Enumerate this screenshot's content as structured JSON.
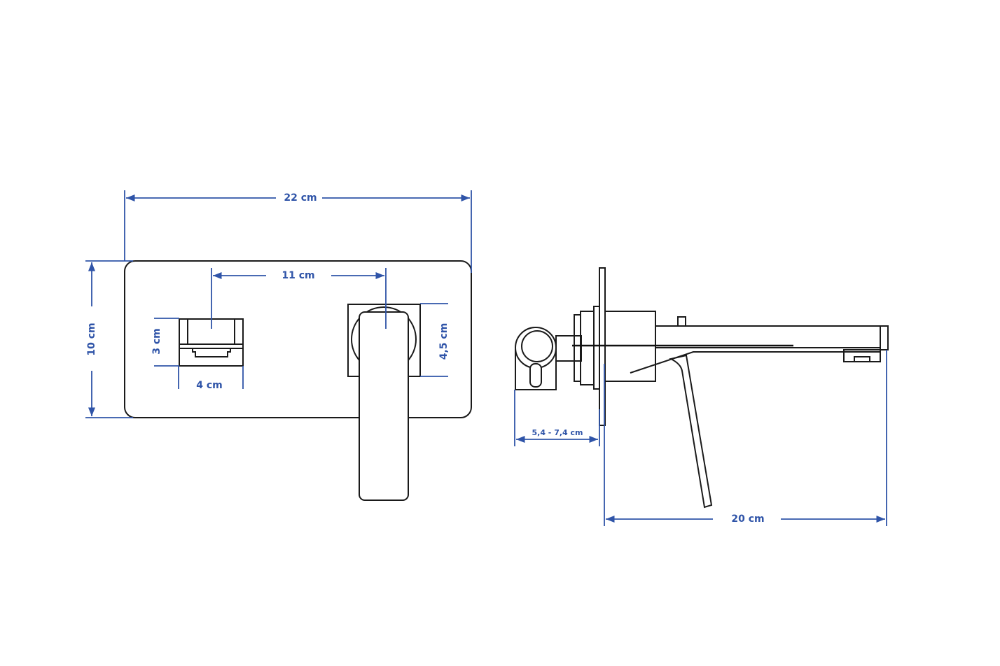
{
  "front_view": {
    "width_label": "22 cm",
    "height_label": "10 cm",
    "spacing_label": "11 cm",
    "outlet_height_label": "3 cm",
    "outlet_width_label": "4 cm",
    "handle_plate_label": "4,5 cm"
  },
  "side_view": {
    "wall_depth_label": "5,4 - 7,4 cm",
    "spout_length_label": "20 cm"
  },
  "colors": {
    "dimension": "#2f54a8",
    "outline": "#1a1a1a"
  }
}
